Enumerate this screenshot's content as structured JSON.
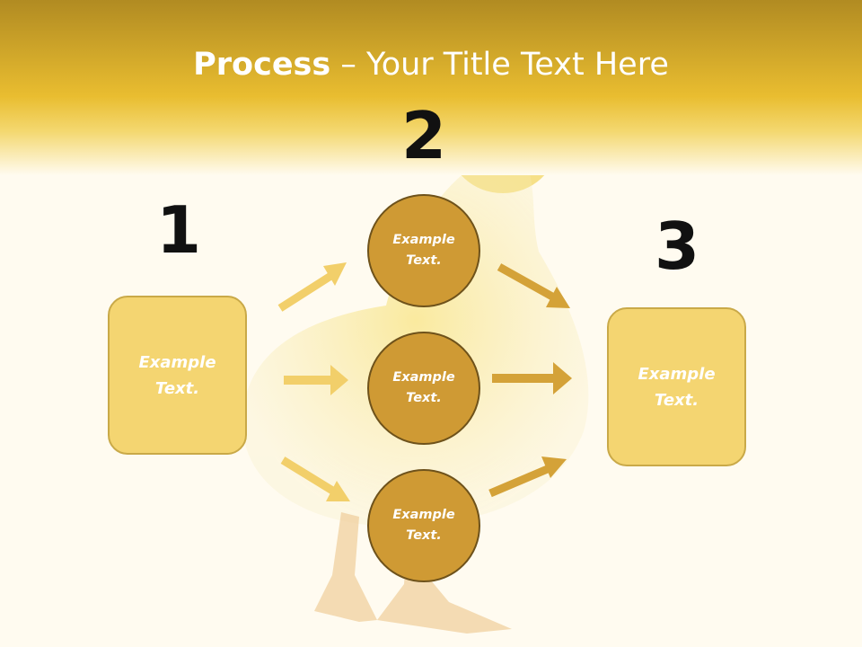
{
  "title": {
    "bold": "Process",
    "rest": " – Your Title Text Here"
  },
  "steps": [
    {
      "number": "1",
      "text": "Example Text."
    },
    {
      "number": "2",
      "nodes": [
        "Example Text.",
        "Example Text.",
        "Example Text."
      ]
    },
    {
      "number": "3",
      "text": "Example Text."
    }
  ],
  "colors": {
    "header_gold": "#e8bb2d",
    "box_fill": "#f4d571",
    "circle_fill": "#cf9a34",
    "arrow_light": "#f2cf6a",
    "arrow_dark": "#d4a238"
  }
}
